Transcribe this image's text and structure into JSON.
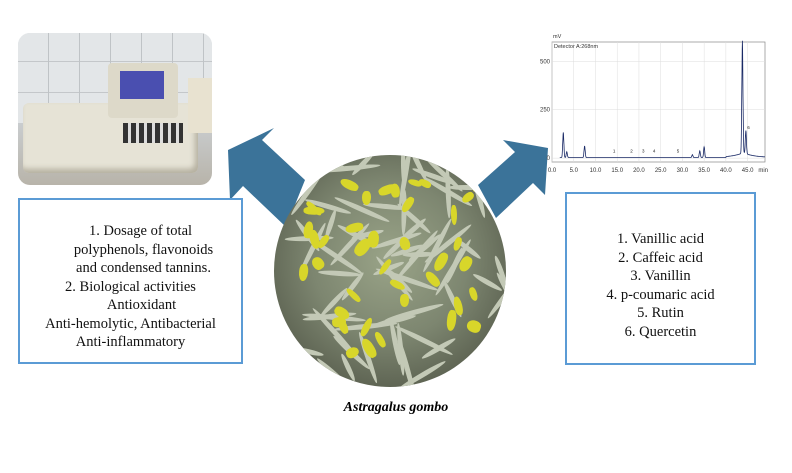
{
  "left_box": {
    "items": [
      "1.   Dosage of total",
      "polyphenols, flavonoids",
      "and condensed tannins.",
      "2.   Biological activities",
      "Antioxidant",
      "Anti-hemolytic, Antibacterial",
      "Anti-inflammatory"
    ]
  },
  "right_box": {
    "items": [
      "1.   Vanillic acid",
      "2.   Caffeic      acid",
      "3.   Vanillin",
      "4.   p-coumaric acid",
      "5.   Rutin",
      "6.   Quercetin"
    ]
  },
  "caption": "Astragalus gombo",
  "colors": {
    "arrow": "#3b7399",
    "box_border": "#5b9bd5"
  },
  "chart_data": {
    "type": "line",
    "title": "Detector A:268nm",
    "ylabel": "mV",
    "xlabel": "min",
    "xlim": [
      0,
      49
    ],
    "ylim": [
      -20,
      600
    ],
    "xticks": [
      "0.0",
      "5.0",
      "10.0",
      "15.0",
      "20.0",
      "25.0",
      "30.0",
      "35.0",
      "40.0",
      "45.0"
    ],
    "yticks": [
      "0",
      "250",
      "500"
    ],
    "peaks": [
      {
        "t": 2.6,
        "h": 130
      },
      {
        "t": 3.4,
        "h": 30
      },
      {
        "t": 7.5,
        "h": 60
      },
      {
        "t": 32.3,
        "h": 15
      },
      {
        "t": 34.0,
        "h": 35
      },
      {
        "t": 35.0,
        "h": 55
      },
      {
        "t": 43.8,
        "h": 580
      },
      {
        "t": 44.6,
        "h": 120
      }
    ],
    "peak_labels": [
      {
        "t": 14.3,
        "label": "1"
      },
      {
        "t": 18.3,
        "label": "2"
      },
      {
        "t": 21.0,
        "label": "3"
      },
      {
        "t": 23.5,
        "label": "4"
      },
      {
        "t": 29.0,
        "label": "5"
      },
      {
        "t": 45.2,
        "label": "6"
      }
    ]
  }
}
